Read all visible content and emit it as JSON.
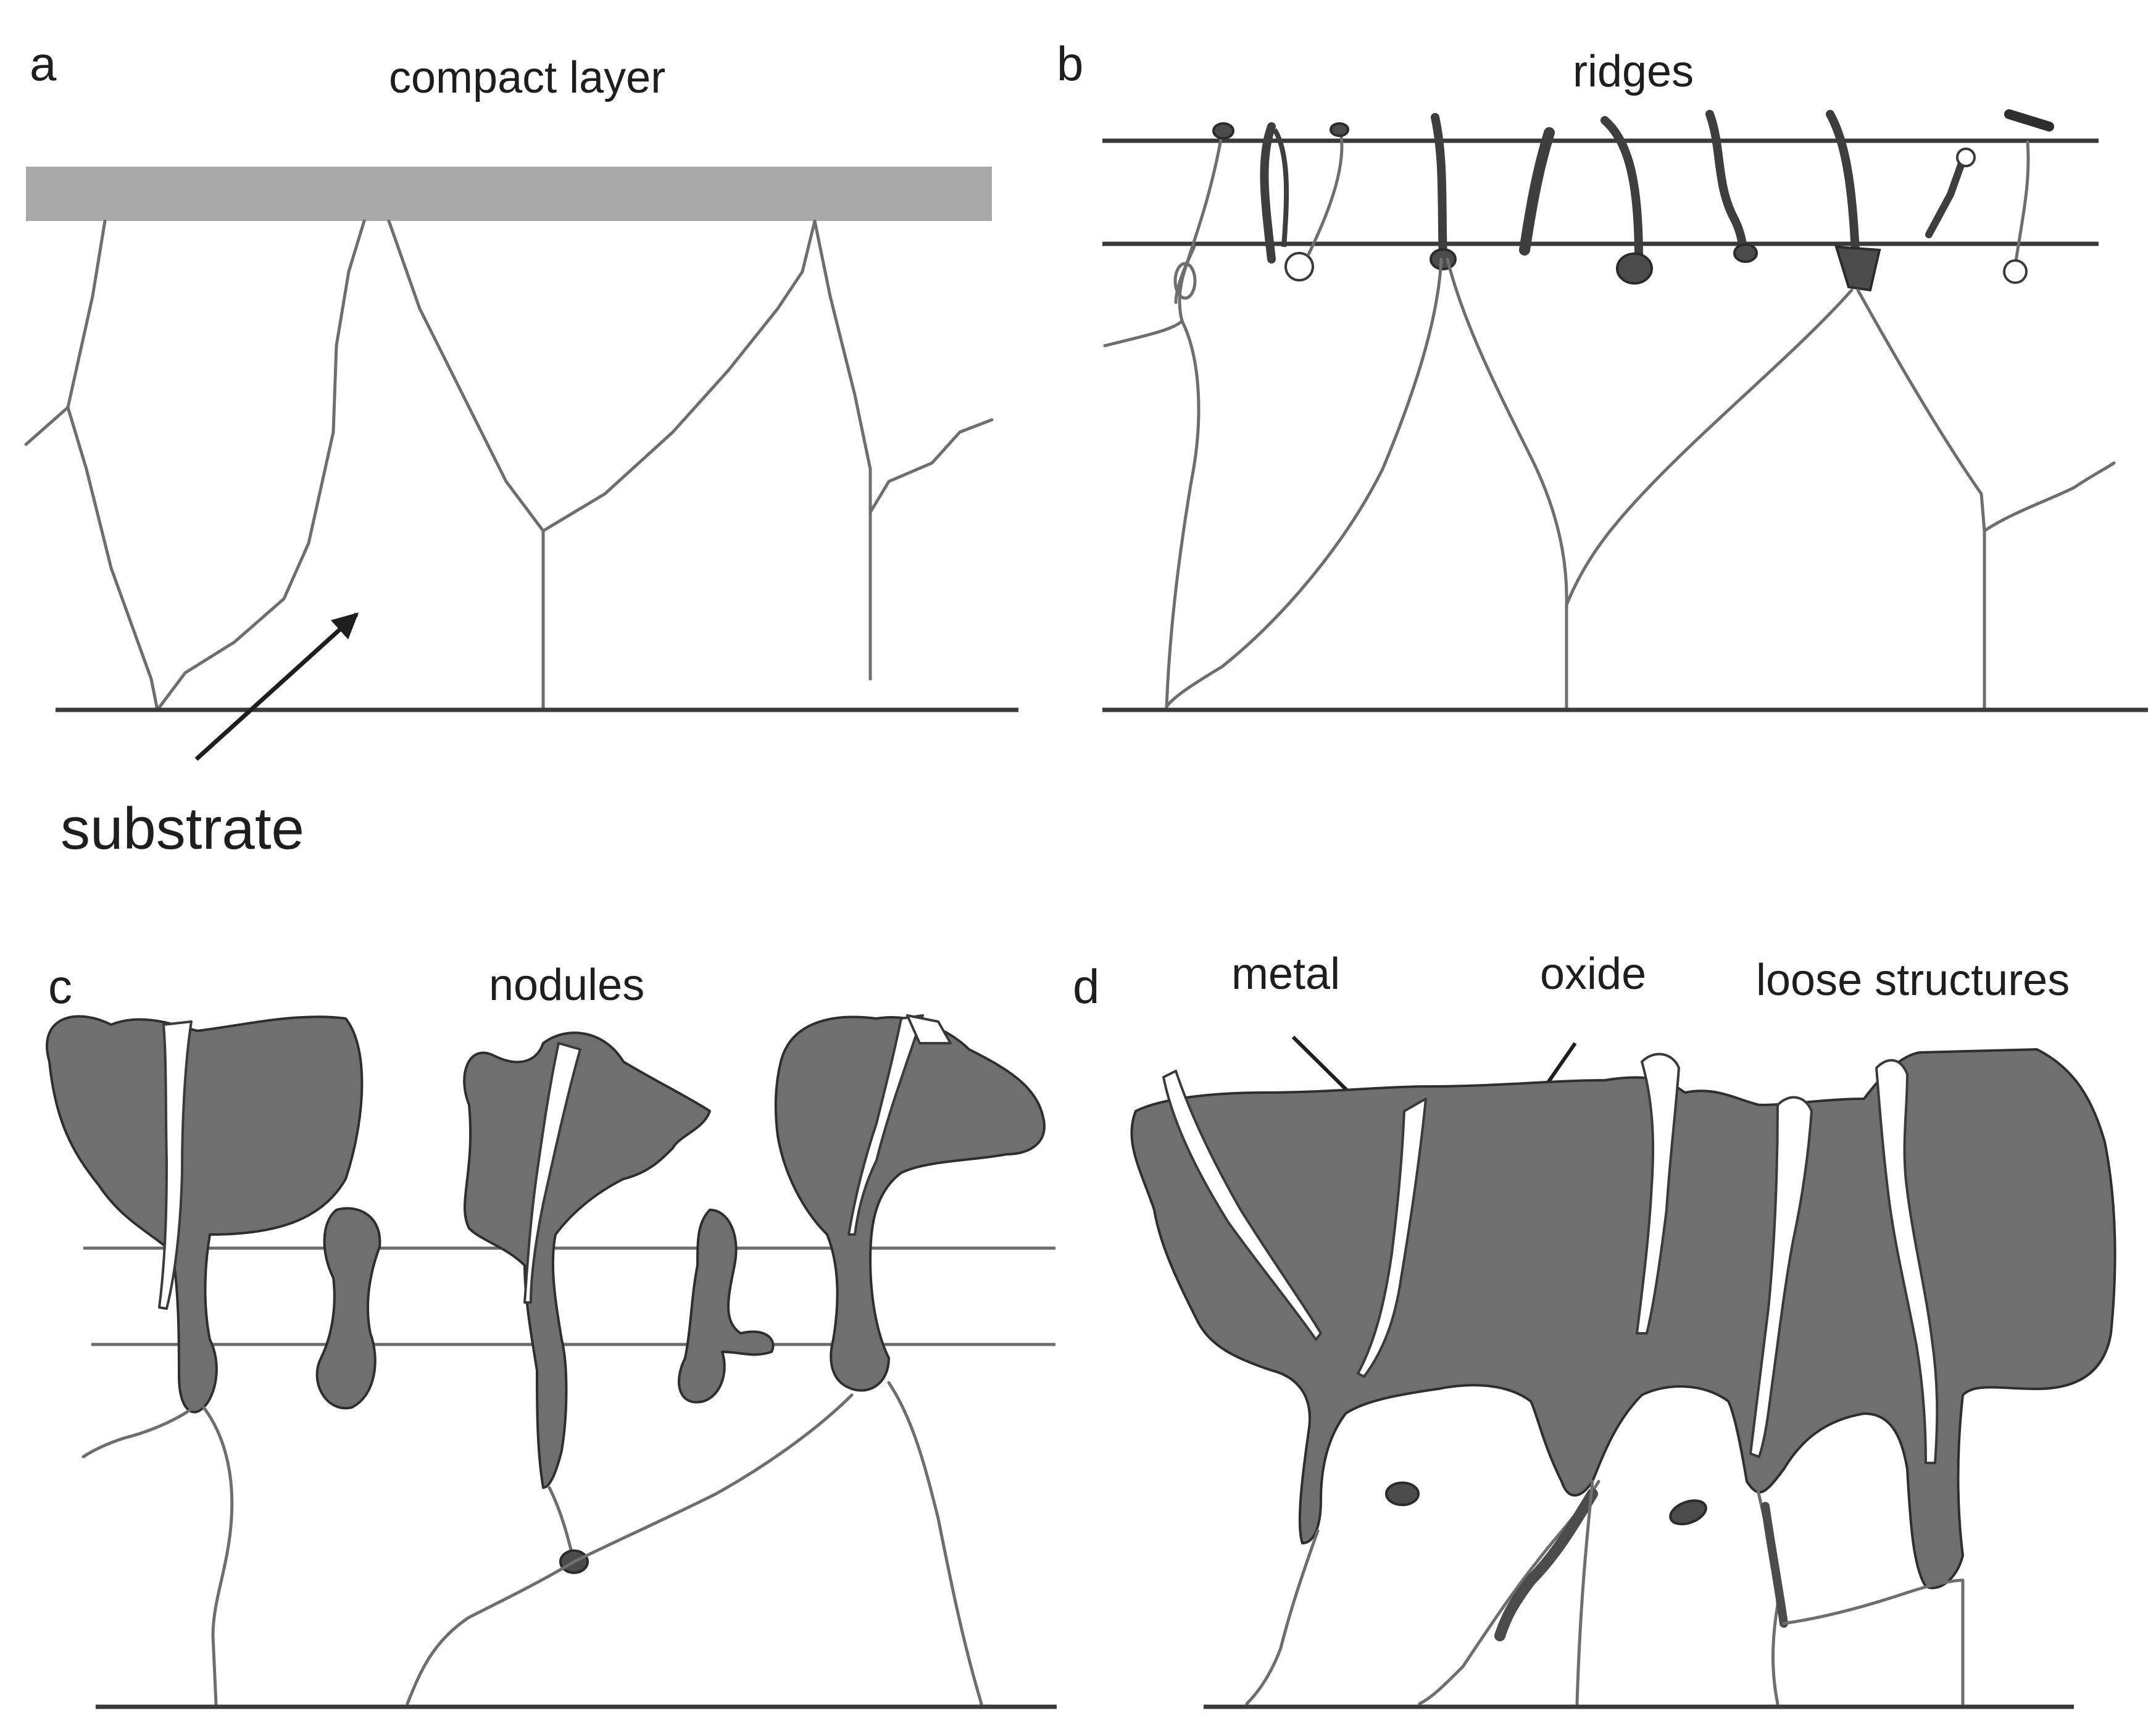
{
  "panels": {
    "a": {
      "letter": "a",
      "top_label": "compact layer",
      "bottom_label": "substrate"
    },
    "b": {
      "letter": "b",
      "top_label": "ridges"
    },
    "c": {
      "letter": "c",
      "top_label": "nodules"
    },
    "d": {
      "letter": "d",
      "label_metal": "metal",
      "label_oxide": "oxide",
      "top_label": "loose structures"
    }
  },
  "colors": {
    "compact_layer": "#a9a9a9",
    "oxide": "#6f6f6f",
    "metal": "#ffffff",
    "grain_boundary": "#6e6e6e",
    "substrate_line": "#3a3a3a"
  }
}
